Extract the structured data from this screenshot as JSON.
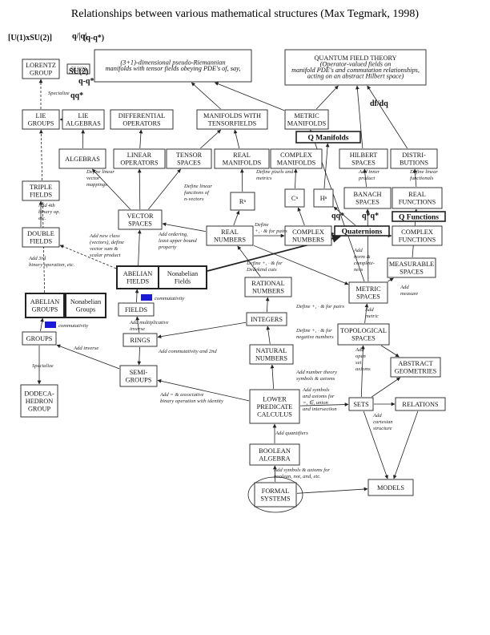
{
  "title": "Relationships between various mathematical structures (Max Tegmark, 1998)",
  "legend": {
    "commutativity_1": "commutativity",
    "commutativity_2": "commutativity",
    "color": "#1a1ad6"
  },
  "symbols": {
    "u1su2": "[U(1)xSU(2)]",
    "q_over_abs": "q/|q|",
    "q_minus": "(q-q*)",
    "su2": "SU(2)",
    "q_qstar": "q-q*",
    "qq": "qq*",
    "dfdq": "df/dq",
    "qq2": "qq*",
    "q_qstar2": "q*q*"
  },
  "nodes": {
    "lorentz": [
      "LORENTZ",
      "GROUP"
    ],
    "su2box": [
      "SU(2)"
    ],
    "lie_groups": [
      "LIE",
      "GROUPS"
    ],
    "lie_algebras": [
      "LIE",
      "ALGEBRAS"
    ],
    "diff_operators": [
      "DIFFERENTIAL",
      "OPERATORS"
    ],
    "manifolds_tensor": [
      "MANIFOLDS WITH",
      "TENSORFIELDS"
    ],
    "metric_manifolds": [
      "METRIC",
      "MANIFOLDS"
    ],
    "pseudo_riemann": [
      "(3+1)-dimensional pseudo-Riemannian",
      "manifolds with tensor fields obeying PDE's of, say,"
    ],
    "quantum_field": [
      "QUANTUM FIELD THEORY",
      "(Operator-valued fields on",
      "manifold PDE's and commutation relationships,",
      "acting on an abstract Hilbert space)"
    ],
    "algebras": [
      "ALGEBRAS"
    ],
    "linear_ops": [
      "LINEAR",
      "OPERATORS"
    ],
    "tensor_spaces": [
      "TENSOR",
      "SPACES"
    ],
    "real_manifolds": [
      "REAL",
      "MANIFOLDS"
    ],
    "complex_manifolds": [
      "COMPLEX",
      "MANIFOLDS"
    ],
    "q_manifolds": [
      "Q Manifolds"
    ],
    "hilbert": [
      "HILBERT",
      "SPACES"
    ],
    "distributions": [
      "DISTRI-",
      "BUTIONS"
    ],
    "triple_fields": [
      "TRIPLE",
      "FIELDS"
    ],
    "rn": [
      "Rⁿ"
    ],
    "cn": [
      "Cⁿ"
    ],
    "hn": [
      "Hⁿ"
    ],
    "banach": [
      "BANACH",
      "SPACES"
    ],
    "real_functions": [
      "REAL",
      "FUNCTIONS"
    ],
    "q_functions": [
      "Q Functions"
    ],
    "vector_spaces": [
      "VECTOR",
      "SPACES"
    ],
    "double_fields": [
      "DOUBLE",
      "FIELDS"
    ],
    "real_numbers": [
      "REAL",
      "NUMBERS"
    ],
    "complex_numbers": [
      "COMPLEX",
      "NUMBERS"
    ],
    "quaternions": [
      "Quaternions"
    ],
    "complex_functions": [
      "COMPLEX",
      "FUNCTIONS"
    ],
    "abelian_fields": [
      "ABELIAN",
      "FIELDS"
    ],
    "nonabelian_fields": [
      "Nonabelian",
      "Fields"
    ],
    "rational_numbers": [
      "RATIONAL",
      "NUMBERS"
    ],
    "measurable": [
      "MEASURABLE",
      "SPACES"
    ],
    "abelian_groups": [
      "ABELIAN",
      "GROUPS"
    ],
    "nonabelian_groups": [
      "Nonabelian",
      "Groups"
    ],
    "fields": [
      "FIELDS"
    ],
    "metric_spaces": [
      "METRIC",
      "SPACES"
    ],
    "integers": [
      "INTEGERS"
    ],
    "groups": [
      "GROUPS"
    ],
    "rings": [
      "RINGS"
    ],
    "topological": [
      "TOPOLOGICAL",
      "SPACES"
    ],
    "natural_numbers": [
      "NATURAL",
      "NUMBERS"
    ],
    "abstract_geom": [
      "ABSTRACT",
      "GEOMETRIES"
    ],
    "semigroups": [
      "SEMI-",
      "GROUPS"
    ],
    "dodecahedron": [
      "DODECA-",
      "HEDRON",
      "GROUP"
    ],
    "lower_predicate": [
      "LOWER",
      "PREDICATE",
      "CALCULUS"
    ],
    "sets": [
      "SETS"
    ],
    "relations": [
      "RELATIONS"
    ],
    "boolean": [
      "BOOLEAN",
      "ALGEBRA"
    ],
    "models": [
      "MODELS"
    ],
    "formal_systems": [
      "FORMAL",
      "SYSTEMS"
    ]
  },
  "labels": {
    "specialize_1": "Specialize",
    "define_linear_mappings": [
      "Define linear",
      "vector",
      "mappings"
    ],
    "define_linear_functions": [
      "Define linear",
      "functions of",
      "n-vectors"
    ],
    "define_pixels_metrics": [
      "Define pixels and",
      "metrics"
    ],
    "add_inner_product": [
      "Add inner",
      "product"
    ],
    "define_linear_functionals": [
      "Define linear",
      "functionals"
    ],
    "add_4th_binary": [
      "Add 4th",
      "binary op.",
      "etc."
    ],
    "add_new_class": [
      "Add new class",
      "(vectors), define",
      "vector sum &",
      "scalar product"
    ],
    "add_ordering": [
      "Add ordering,",
      "least upper bound",
      "property"
    ],
    "define_pairs": [
      "Define",
      "+, · & for pairs"
    ],
    "add_norm": [
      "Add",
      "norm &",
      "complete-",
      "ness"
    ],
    "add_3rd_binary": [
      "Add 3rd",
      "binary operation, etc."
    ],
    "define_dedekind": [
      "Define +, · & for",
      "Dedekind cuts"
    ],
    "define_pairs_rational": "Define +, · & for pairs",
    "add_measure": [
      "Add",
      "measure"
    ],
    "add_multiplicative_inverse": [
      "Add multiplicative",
      "inverse"
    ],
    "add_metric": [
      "Add",
      "metric"
    ],
    "define_negative": [
      "Define +, · & for",
      "negative numbers"
    ],
    "add_inverse": "Add inverse",
    "add_commutativity_2nd": "Add commutativity and 2nd",
    "add_open_set_axioms": [
      "Add",
      "open",
      "set",
      "axioms"
    ],
    "specialize_2": "Specialize",
    "add_number_theory": [
      "Add number theory",
      "symbols & axioms"
    ],
    "add_associative": [
      "Add = & associative",
      "binary operation with identity"
    ],
    "add_symbols_set": [
      "Add symbols",
      "and axioms for",
      "=, ∈, union",
      "and intersection"
    ],
    "add_cartesian": [
      "Add",
      "cartesian",
      "structure"
    ],
    "add_quantifiers": "Add quantifiers",
    "add_symbols_boolean": [
      "Add symbols & axioms for",
      "boolean, not, and, etc."
    ]
  }
}
